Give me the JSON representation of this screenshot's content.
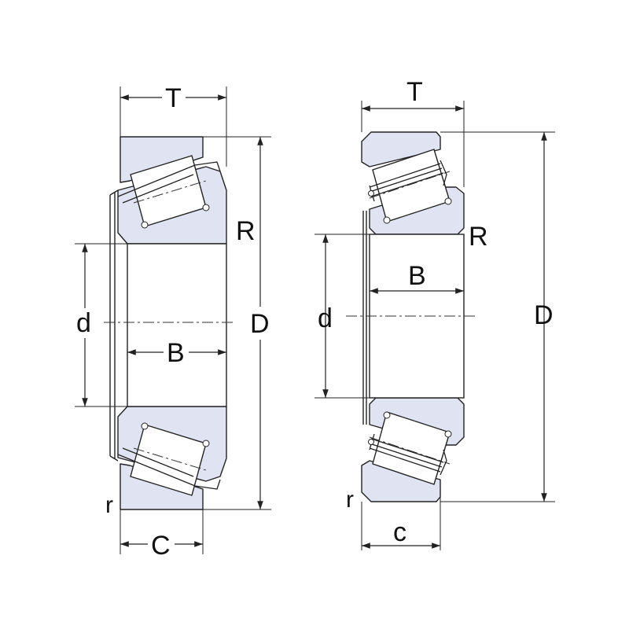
{
  "figure_left": {
    "labels": {
      "T": "T",
      "R": "R",
      "D": "D",
      "d": "d",
      "B": "B",
      "r": "r",
      "C": "C"
    }
  },
  "figure_right": {
    "labels": {
      "T": "T",
      "R": "R",
      "D": "D",
      "d": "d",
      "B": "B",
      "r": "r",
      "c": "c"
    }
  },
  "colors": {
    "part_fill": "#e0e4f2",
    "stroke": "#222222",
    "background": "#ffffff"
  }
}
